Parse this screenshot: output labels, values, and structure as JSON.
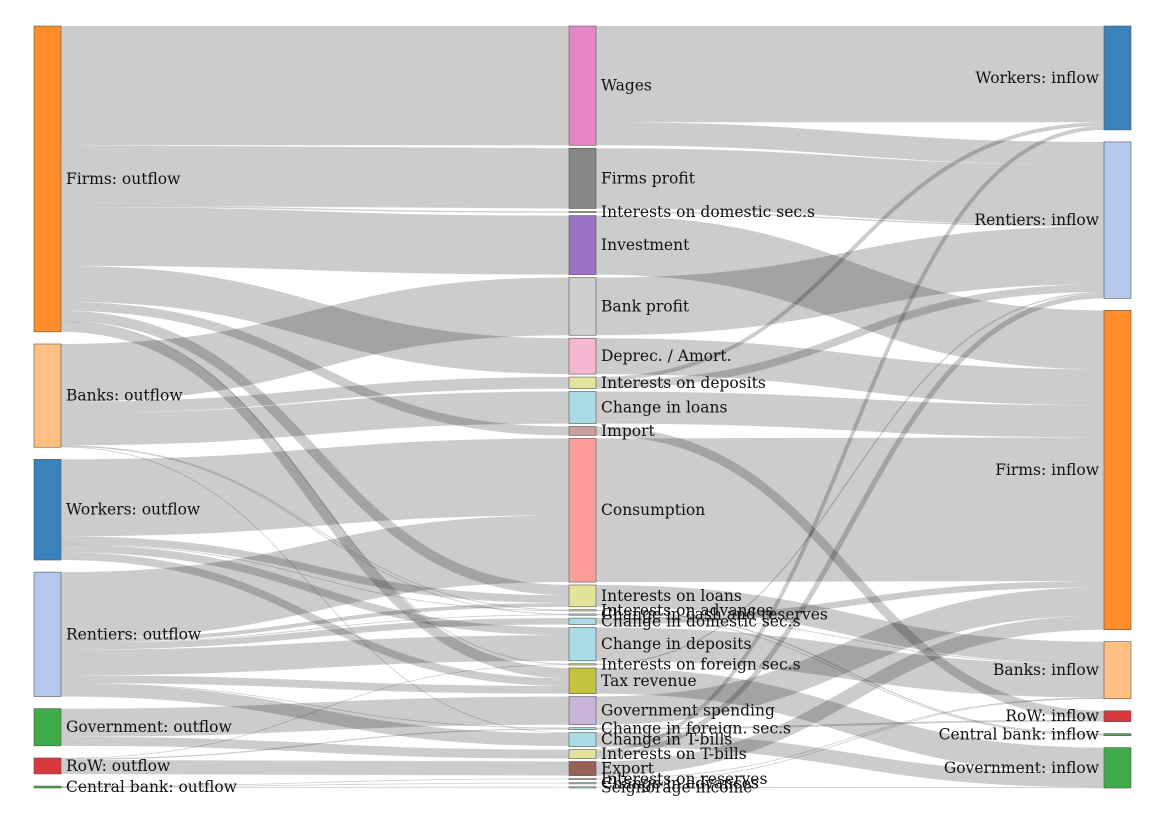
{
  "diagram": {
    "type": "sankey",
    "columns": [
      [
        {
          "id": "firms_out",
          "label": "Firms: outflow",
          "color": "#ff8c29"
        },
        {
          "id": "banks_out",
          "label": "Banks: outflow",
          "color": "#ffbf80"
        },
        {
          "id": "workers_out",
          "label": "Workers: outflow",
          "color": "#3883bd"
        },
        {
          "id": "rentiers_out",
          "label": "Rentiers: outflow",
          "color": "#b3c8ea"
        },
        {
          "id": "gov_out",
          "label": "Government: outflow",
          "color": "#3eaa48"
        },
        {
          "id": "row_out",
          "label": "RoW: outflow",
          "color": "#d9383c"
        },
        {
          "id": "cb_out",
          "label": "Central bank: outflow",
          "color": "#3eaa48"
        }
      ],
      [
        {
          "id": "wages",
          "label": "Wages",
          "color": "#e487c8"
        },
        {
          "id": "firms_profit",
          "label": "Firms profit",
          "color": "#888888"
        },
        {
          "id": "int_dom",
          "label": "Interests on domestic sec.s",
          "color": "#e3e39a"
        },
        {
          "id": "investment",
          "label": "Investment",
          "color": "#9c72c6"
        },
        {
          "id": "bank_profit",
          "label": "Bank profit",
          "color": "#cfcfcf"
        },
        {
          "id": "deprec",
          "label": "Deprec. / Amort.",
          "color": "#f7b7d1"
        },
        {
          "id": "int_dep",
          "label": "Interests on deposits",
          "color": "#e3e39a"
        },
        {
          "id": "chg_loans",
          "label": "Change in loans",
          "color": "#a9dce6"
        },
        {
          "id": "import",
          "label": "Import",
          "color": "#c9a19c"
        },
        {
          "id": "consumption",
          "label": "Consumption",
          "color": "#ff9d9a"
        },
        {
          "id": "int_loans",
          "label": "Interests on loans",
          "color": "#e3e39a"
        },
        {
          "id": "int_adv",
          "label": "Interests on advances",
          "color": "#e3e39a"
        },
        {
          "id": "chg_cash",
          "label": "Change in cash and reserves",
          "color": "#a9dce6"
        },
        {
          "id": "chg_dom",
          "label": "Change in domestic sec.s",
          "color": "#a9dce6"
        },
        {
          "id": "chg_dep",
          "label": "Change in deposits",
          "color": "#a9dce6"
        },
        {
          "id": "int_for",
          "label": "Interests on foreign sec.s",
          "color": "#e3e39a"
        },
        {
          "id": "tax",
          "label": "Tax revenue",
          "color": "#c4c43c"
        },
        {
          "id": "gov_spend",
          "label": "Government spending",
          "color": "#c9b5da"
        },
        {
          "id": "chg_for",
          "label": "Change in foreign. sec.s",
          "color": "#a9dce6"
        },
        {
          "id": "chg_tb",
          "label": "Change in T-bills",
          "color": "#a9dce6"
        },
        {
          "id": "int_tb",
          "label": "Interests on T-bills",
          "color": "#e3e39a"
        },
        {
          "id": "export",
          "label": "Export",
          "color": "#9a5f55"
        },
        {
          "id": "int_res",
          "label": "Interests on reserves",
          "color": "#e3e39a"
        },
        {
          "id": "chg_adv",
          "label": "Change in advances",
          "color": "#a9dce6"
        },
        {
          "id": "seign",
          "label": "Seignorage income",
          "color": "#a9dce6"
        }
      ],
      [
        {
          "id": "workers_in",
          "label": "Workers: inflow",
          "color": "#3883bd"
        },
        {
          "id": "rentiers_in",
          "label": "Rentiers: inflow",
          "color": "#b3c8ea"
        },
        {
          "id": "firms_in",
          "label": "Firms: inflow",
          "color": "#ff8c29"
        },
        {
          "id": "banks_in",
          "label": "Banks: inflow",
          "color": "#ffbf80"
        },
        {
          "id": "row_in",
          "label": "RoW: inflow",
          "color": "#d9383c"
        },
        {
          "id": "cb_in",
          "label": "Central bank: inflow",
          "color": "#3eaa48"
        },
        {
          "id": "gov_in",
          "label": "Government: inflow",
          "color": "#3eaa48"
        }
      ]
    ],
    "links": [
      {
        "source": "firms_out",
        "target": "wages",
        "value": 93
      },
      {
        "source": "firms_out",
        "target": "firms_profit",
        "value": 47
      },
      {
        "source": "firms_out",
        "target": "int_dom",
        "value": 1
      },
      {
        "source": "firms_out",
        "target": "investment",
        "value": 46
      },
      {
        "source": "firms_out",
        "target": "deprec",
        "value": 28
      },
      {
        "source": "firms_out",
        "target": "int_loans",
        "value": 8
      },
      {
        "source": "firms_out",
        "target": "int_for",
        "value": 0.5
      },
      {
        "source": "firms_out",
        "target": "tax",
        "value": 8
      },
      {
        "source": "firms_out",
        "target": "import",
        "value": 7
      },
      {
        "source": "banks_out",
        "target": "bank_profit",
        "value": 45
      },
      {
        "source": "banks_out",
        "target": "int_dep",
        "value": 9
      },
      {
        "source": "banks_out",
        "target": "chg_loans",
        "value": 25
      },
      {
        "source": "banks_out",
        "target": "int_adv",
        "value": 0.5
      },
      {
        "source": "banks_out",
        "target": "chg_cash",
        "value": 0.5
      },
      {
        "source": "banks_out",
        "target": "chg_tb",
        "value": 0.5
      },
      {
        "source": "workers_out",
        "target": "consumption",
        "value": 60
      },
      {
        "source": "workers_out",
        "target": "int_loans",
        "value": 6
      },
      {
        "source": "workers_out",
        "target": "chg_dep",
        "value": 6
      },
      {
        "source": "workers_out",
        "target": "tax",
        "value": 6
      },
      {
        "source": "workers_out",
        "target": "int_adv",
        "value": 0.5
      },
      {
        "source": "rentiers_out",
        "target": "consumption",
        "value": 52
      },
      {
        "source": "rentiers_out",
        "target": "chg_dom",
        "value": 5
      },
      {
        "source": "rentiers_out",
        "target": "chg_dep",
        "value": 20
      },
      {
        "source": "rentiers_out",
        "target": "int_loans",
        "value": 3
      },
      {
        "source": "rentiers_out",
        "target": "tax",
        "value": 6
      },
      {
        "source": "rentiers_out",
        "target": "chg_for",
        "value": 0.5
      },
      {
        "source": "rentiers_out",
        "target": "chg_tb",
        "value": 10
      },
      {
        "source": "rentiers_out",
        "target": "chg_cash",
        "value": 0.5
      },
      {
        "source": "gov_out",
        "target": "gov_spend",
        "value": 22
      },
      {
        "source": "gov_out",
        "target": "int_tb",
        "value": 7
      },
      {
        "source": "row_out",
        "target": "export",
        "value": 11
      },
      {
        "source": "row_out",
        "target": "int_for",
        "value": 0.5
      },
      {
        "source": "row_out",
        "target": "chg_for",
        "value": 1
      },
      {
        "source": "cb_out",
        "target": "int_res",
        "value": 0.5
      },
      {
        "source": "cb_out",
        "target": "chg_adv",
        "value": 0.5
      },
      {
        "source": "cb_out",
        "target": "seign",
        "value": 0.5
      },
      {
        "source": "wages",
        "target": "workers_in",
        "value": 75
      },
      {
        "source": "wages",
        "target": "rentiers_in",
        "value": 18
      },
      {
        "source": "firms_profit",
        "target": "rentiers_in",
        "value": 47
      },
      {
        "source": "int_dom",
        "target": "rentiers_in",
        "value": 1
      },
      {
        "source": "investment",
        "target": "firms_in",
        "value": 46
      },
      {
        "source": "bank_profit",
        "target": "rentiers_in",
        "value": 45
      },
      {
        "source": "deprec",
        "target": "firms_in",
        "value": 28
      },
      {
        "source": "int_dep",
        "target": "workers_in",
        "value": 3
      },
      {
        "source": "int_dep",
        "target": "rentiers_in",
        "value": 6
      },
      {
        "source": "chg_loans",
        "target": "firms_in",
        "value": 25
      },
      {
        "source": "import",
        "target": "row_in",
        "value": 7
      },
      {
        "source": "consumption",
        "target": "firms_in",
        "value": 112
      },
      {
        "source": "int_loans",
        "target": "banks_in",
        "value": 17
      },
      {
        "source": "int_adv",
        "target": "cb_in",
        "value": 1
      },
      {
        "source": "chg_cash",
        "target": "banks_in",
        "value": 0.5
      },
      {
        "source": "chg_cash",
        "target": "cb_in",
        "value": 0.5
      },
      {
        "source": "chg_dom",
        "target": "firms_in",
        "value": 5
      },
      {
        "source": "chg_dep",
        "target": "banks_in",
        "value": 26
      },
      {
        "source": "int_for",
        "target": "rentiers_in",
        "value": 1
      },
      {
        "source": "tax",
        "target": "gov_in",
        "value": 20
      },
      {
        "source": "gov_spend",
        "target": "firms_in",
        "value": 22
      },
      {
        "source": "chg_for",
        "target": "row_in",
        "value": 1.5
      },
      {
        "source": "chg_tb",
        "target": "gov_in",
        "value": 11
      },
      {
        "source": "int_tb",
        "target": "workers_in",
        "value": 3
      },
      {
        "source": "int_tb",
        "target": "rentiers_in",
        "value": 4
      },
      {
        "source": "export",
        "target": "firms_in",
        "value": 11
      },
      {
        "source": "int_res",
        "target": "banks_in",
        "value": 0.5
      },
      {
        "source": "chg_adv",
        "target": "banks_in",
        "value": 0.5
      },
      {
        "source": "seign",
        "target": "gov_in",
        "value": 0.5
      }
    ]
  }
}
